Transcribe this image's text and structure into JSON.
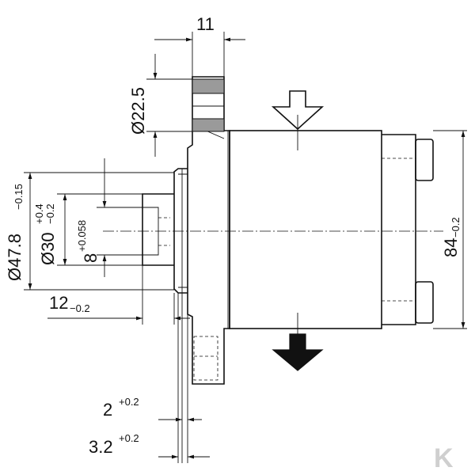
{
  "dimensions": {
    "flange_thickness": "11",
    "bolt_hole_diameter": "Ø22.5",
    "pilot_diameter_main": "Ø47.8",
    "pilot_diameter_tol": "−0.15",
    "shaft_diameter_main": "Ø30",
    "shaft_diameter_tol_upper": "+0.4",
    "shaft_diameter_tol_lower": "−0.2",
    "key_width_main": "8",
    "key_width_tol": "+0.058",
    "shaft_length_main": "12",
    "shaft_length_tol": "−0.2",
    "body_height_main": "84",
    "body_height_tol": "−0.2",
    "pilot_step_main": "2",
    "pilot_step_tol": "+0.2",
    "pilot_step2_main": "3.2",
    "pilot_step2_tol": "+0.2"
  },
  "logo": {
    "text": "K",
    "color": "#cfcfcf"
  },
  "colors": {
    "line": "#111111",
    "hatch_fill": "#9a9a9a"
  }
}
